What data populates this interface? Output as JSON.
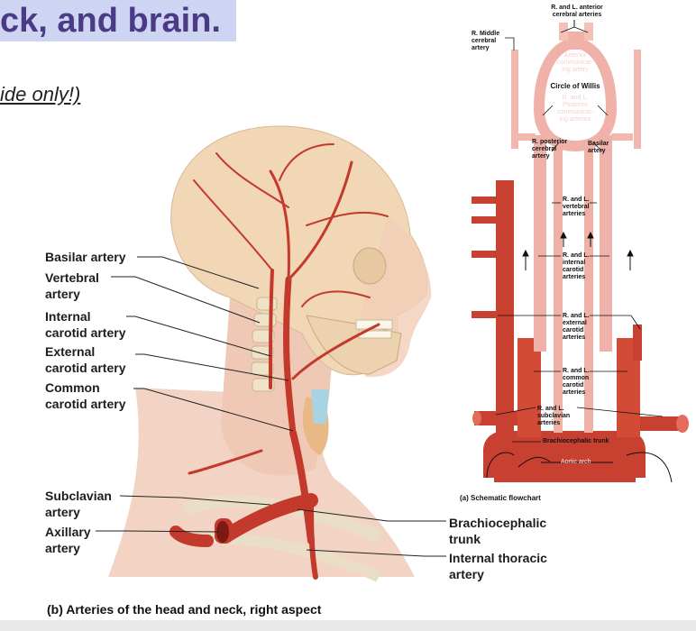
{
  "slide": {
    "title": "ck, and brain.",
    "subtitle": "ide only!)"
  },
  "head_labels": [
    {
      "id": "basilar",
      "text": "Basilar artery"
    },
    {
      "id": "vertebral",
      "text": "Vertebral\nartery"
    },
    {
      "id": "internal_carotid",
      "text": "Internal\ncarotid artery"
    },
    {
      "id": "external_carotid",
      "text": "External\ncarotid artery"
    },
    {
      "id": "common_carotid",
      "text": "Common\ncarotid artery"
    },
    {
      "id": "subclavian",
      "text": "Subclavian\nartery"
    },
    {
      "id": "axillary",
      "text": "Axillary\nartery"
    },
    {
      "id": "brachiocephalic",
      "text": "Brachiocephalic\ntrunk"
    },
    {
      "id": "internal_thoracic",
      "text": "Internal thoracic\nartery"
    }
  ],
  "captions": {
    "head": "(b) Arteries of the head and neck, right aspect",
    "flowchart": "(a) Schematic flowchart"
  },
  "flowchart_labels": {
    "anterior_cerebral": "R. and L. anterior\ncerebral arteries",
    "middle_cerebral": "R. Middle\ncerebral\nartery",
    "anterior_communicating": "Anterior\ncommunicat-\ning artery",
    "circle_of_willis": "Circle of Willis",
    "posterior_communicating": "R. and L.\nPosterior\ncommunicat-\ning arteries",
    "posterior_cerebral": "R. posterior\ncerebral\nartery",
    "basilar": "Basilar\nartery",
    "vertebral": "R. and L.\nvertebral\narteries",
    "internal_carotid": "R. and L.\ninternal\ncarotid\narteries",
    "external_carotid": "R. and L.\nexternal\ncarotid\narteries",
    "common_carotid": "R. and L.\ncommon\ncarotid\narteries",
    "subclavian": "R. and L.\nsubclavian\narteries",
    "brachiocephalic": "Brachiocephalic trunk",
    "aortic_arch": "Aortic arch"
  }
}
